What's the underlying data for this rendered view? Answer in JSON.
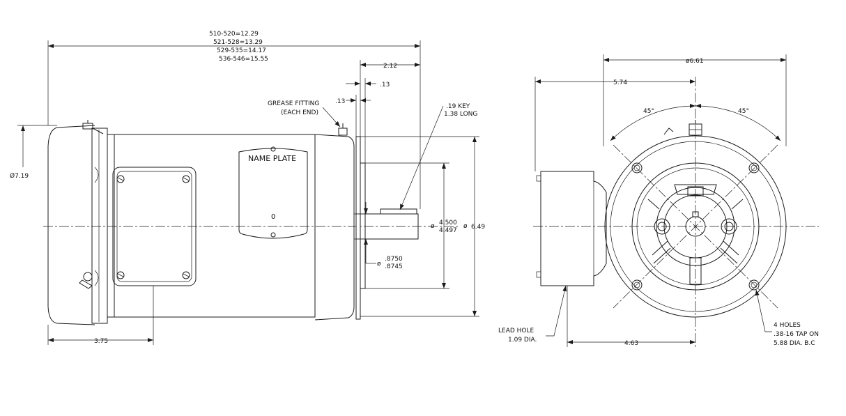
{
  "side_view": {
    "overall_lengths": [
      "510-520=12.29",
      "521-528=13.29",
      "529-535=14.17",
      "536-546=15.55"
    ],
    "shaft_extension": "2.12",
    "flange_thickness": ".13",
    "flange_offset": ".13",
    "grease_fitting": [
      "GREASE FITTING",
      "(EACH END)"
    ],
    "key": [
      ".19 KEY",
      "1.38 LONG"
    ],
    "nameplate_label": "NAME PLATE",
    "nameplate_value": "0",
    "frame_diameter": "Ø7.19",
    "pilot_diameter": [
      "4.500",
      "4.497"
    ],
    "flange_diameter": "6.49",
    "shaft_diameter": [
      ".8750",
      ".8745"
    ],
    "conduit_offset": "3.75"
  },
  "end_view": {
    "bolt_circle_overall": "6.61",
    "center_to_conduit": "5.74",
    "angle_left": "45°",
    "angle_right": "45°",
    "lead_hole": [
      "LEAD HOLE",
      "1.09 DIA."
    ],
    "conduit_to_center": "4.63",
    "holes": [
      "4 HOLES",
      ".38-16 TAP ON",
      "5.88 DIA. B.C"
    ]
  }
}
